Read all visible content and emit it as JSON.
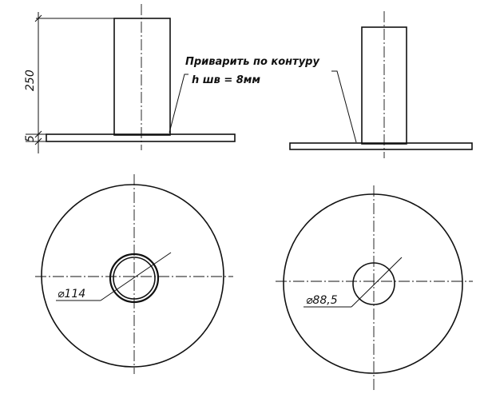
{
  "annotation": {
    "weld_line1": "Приварить по контуру",
    "weld_line2": "h шв = 8мм"
  },
  "dimensions": {
    "height": "250",
    "plate_thickness": "5",
    "diameter_left": "⌀114",
    "diameter_right": "⌀88,5"
  }
}
